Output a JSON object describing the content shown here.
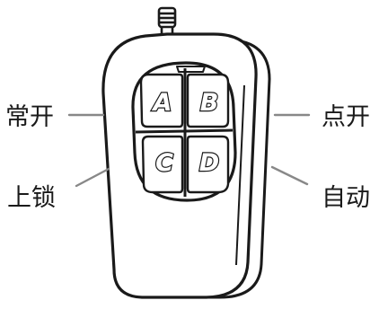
{
  "labels": {
    "top_left": "常开",
    "bottom_left": "上锁",
    "top_right": "点开",
    "bottom_right": "自动"
  },
  "buttons": {
    "a": "A",
    "b": "B",
    "c": "C",
    "d": "D"
  },
  "colors": {
    "outline": "#1a1a1a",
    "background": "#ffffff"
  }
}
